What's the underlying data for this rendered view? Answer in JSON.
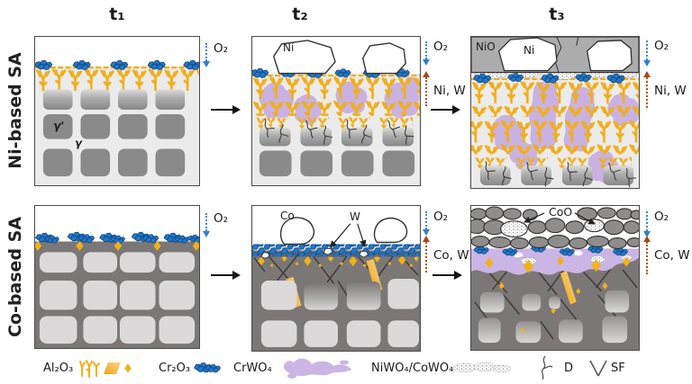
{
  "title_row": {
    "t1": "t₁",
    "t2": "t₂",
    "t3": "t₃"
  },
  "rows": {
    "ni": {
      "label": "Ni-based SA",
      "o2": "O₂",
      "flux": "Ni, W",
      "gamma_prime": "γ'",
      "gamma": "γ",
      "metal_particle": "Ni",
      "oxide_layer": "NiO"
    },
    "co": {
      "label": "Co-based SA",
      "o2": "O₂",
      "flux": "Co, W",
      "metal_particle": "Co",
      "tungsten_particle": "W",
      "oxide_layer": "CoO"
    }
  },
  "legend": {
    "al2o3": {
      "label": "Al₂O₃",
      "icons": [
        "al2o3-dendrite-icon",
        "al2o3-lath-icon",
        "al2o3-diamond-icon"
      ]
    },
    "cr2o3": {
      "label": "Cr₂O₃",
      "icon": "cr2o3-cluster-icon"
    },
    "crwo4": {
      "label": "CrWO₄",
      "icon": "crwo4-blob-icon"
    },
    "tungstates": {
      "label": "NiWO₄/CoWO₄",
      "icon": "tungstate-speckle-icon"
    },
    "dislocation": {
      "label": "D",
      "icon": "dislocation-line-icon"
    },
    "stacking_fault": {
      "label": "SF",
      "icon": "stacking-fault-icon"
    }
  },
  "colors": {
    "al2o3_yellow": "#F1AE1A",
    "cr2o3_blue": "#1F77C8",
    "crwo4_purple": "#C9B2E2",
    "o2_arrow_blue": "#3E86D4",
    "metal_flux_brown": "#AF5517",
    "ni_gamma_prime_gray": "#8A8A8A",
    "ni_gamma_matrix": "#EBEBEB",
    "co_matrix_gray": "#7B7777",
    "co_gamma_prime_light": "#DBD9D9",
    "oxide_scale_gray": "#ACACAC"
  }
}
